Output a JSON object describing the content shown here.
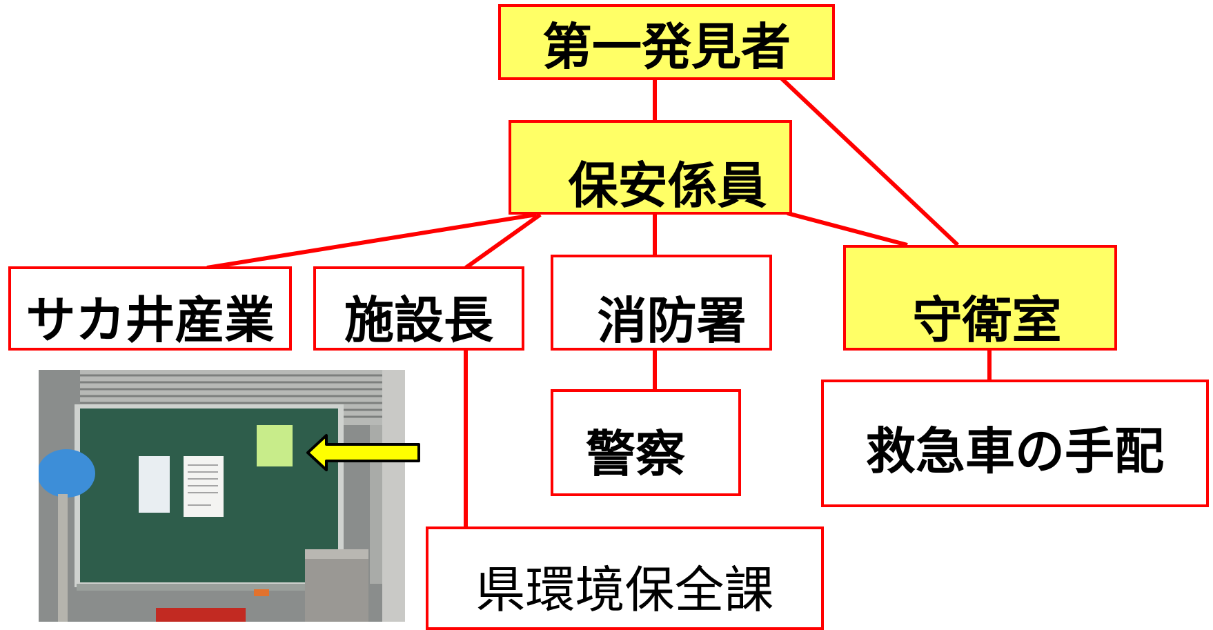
{
  "diagram": {
    "nodes": {
      "first_finder": "第一発見者",
      "security_staff": "保安係員",
      "sakai_industry": "サカ井産業",
      "facility_head": "施設長",
      "fire_station": "消防署",
      "guard_room": "守衛室",
      "police": "警察",
      "ambulance": "救急車の手配",
      "prefecture_env": "県環境保全課"
    }
  },
  "colors": {
    "line": "#ff0000",
    "highlight_fill": "#ffff66",
    "arrow_fill": "#ffff00"
  }
}
